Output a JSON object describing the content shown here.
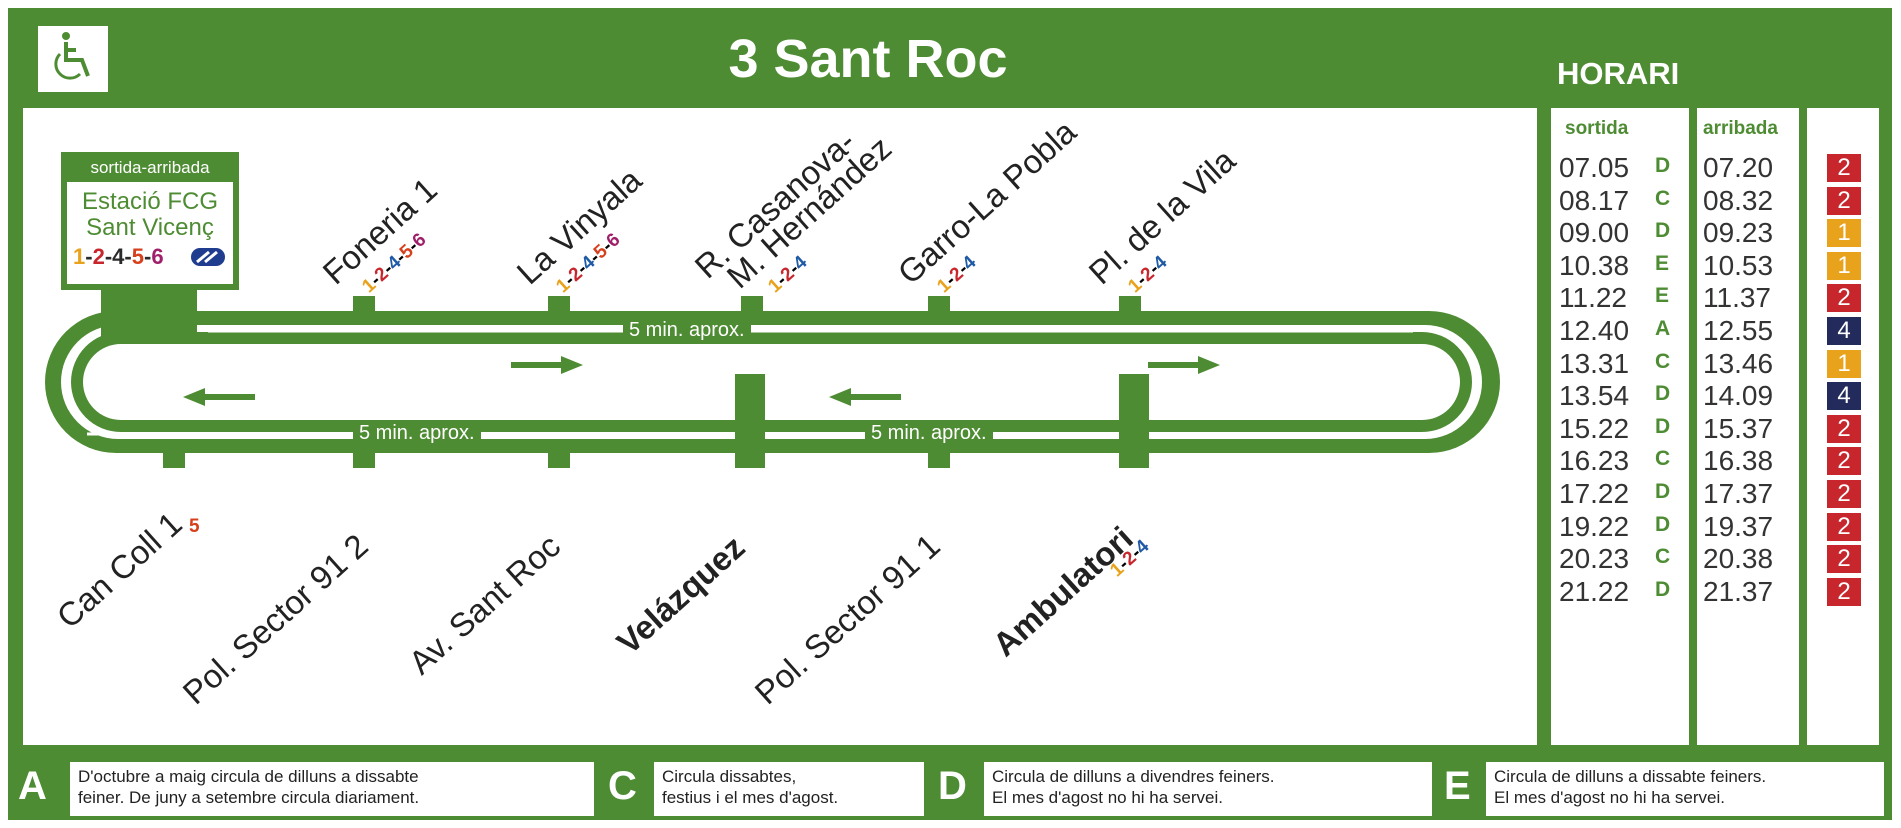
{
  "header": {
    "route_title": "3  Sant Roc",
    "horari_label": "HORARI"
  },
  "terminal": {
    "label": "sortida-arribada",
    "name_1": "Estació FCG",
    "name_2": "Sant Vicenç",
    "lines": [
      "1",
      "2",
      "4",
      "5",
      "6"
    ]
  },
  "stops_top": [
    {
      "name": "Foneria 1",
      "lines": [
        "1",
        "2",
        "4",
        "5",
        "6"
      ]
    },
    {
      "name": "La Vinyala",
      "lines": [
        "1",
        "2",
        "4",
        "5",
        "6"
      ]
    },
    {
      "name_1": "R. Casanova-",
      "name_2": "M. Hernández",
      "lines": [
        "1",
        "2",
        "4"
      ]
    },
    {
      "name": "Garro-La Pobla",
      "lines": [
        "1",
        "2",
        "4"
      ]
    },
    {
      "name": "Pl. de la Vila",
      "lines": [
        "1",
        "2",
        "4"
      ]
    }
  ],
  "stops_bottom": [
    {
      "name": "Can Coll 1",
      "lines": [
        "5"
      ]
    },
    {
      "name": "Pol. Sector 91  2",
      "lines": []
    },
    {
      "name": "Av. Sant Roc",
      "lines": []
    },
    {
      "name": "Velázquez",
      "lines": []
    },
    {
      "name": "Pol. Sector 91  1",
      "lines": []
    },
    {
      "name": "Ambulatori",
      "lines": [
        "1",
        "2",
        "4"
      ]
    }
  ],
  "travel_times": [
    "5 min. aprox.",
    "5 min. aprox.",
    "5 min. aprox."
  ],
  "schedule": {
    "col_departure": "sortida",
    "col_arrival": "arribada",
    "rows": [
      {
        "dep": "07.05",
        "code": "D",
        "arr": "07.20",
        "line": "2"
      },
      {
        "dep": "08.17",
        "code": "C",
        "arr": "08.32",
        "line": "2"
      },
      {
        "dep": "09.00",
        "code": "D",
        "arr": "09.23",
        "line": "1"
      },
      {
        "dep": "10.38",
        "code": "E",
        "arr": "10.53",
        "line": "1"
      },
      {
        "dep": "11.22",
        "code": "E",
        "arr": "11.37",
        "line": "2"
      },
      {
        "dep": "12.40",
        "code": "A",
        "arr": "12.55",
        "line": "4"
      },
      {
        "dep": "13.31",
        "code": "C",
        "arr": "13.46",
        "line": "1"
      },
      {
        "dep": "13.54",
        "code": "D",
        "arr": "14.09",
        "line": "4"
      },
      {
        "dep": "15.22",
        "code": "D",
        "arr": "15.37",
        "line": "2"
      },
      {
        "dep": "16.23",
        "code": "C",
        "arr": "16.38",
        "line": "2"
      },
      {
        "dep": "17.22",
        "code": "D",
        "arr": "17.37",
        "line": "2"
      },
      {
        "dep": "19.22",
        "code": "D",
        "arr": "19.37",
        "line": "2"
      },
      {
        "dep": "20.23",
        "code": "C",
        "arr": "20.38",
        "line": "2"
      },
      {
        "dep": "21.22",
        "code": "D",
        "arr": "21.37",
        "line": "2"
      }
    ]
  },
  "line_colors": {
    "1": "#e8a21c",
    "2": "#c8262d",
    "4": "#232a5c",
    "5": "#d6401d",
    "6": "#a01f6a"
  },
  "legend": [
    {
      "code": "A",
      "line_1": "D'octubre a maig circula de dilluns a dissabte",
      "line_2": "feiner. De juny a setembre circula diariament."
    },
    {
      "code": "C",
      "line_1": "Circula dissabtes,",
      "line_2": "festius i el mes d'agost."
    },
    {
      "code": "D",
      "line_1": "Circula de dilluns a divendres feiners.",
      "line_2": "El mes d'agost no hi ha servei."
    },
    {
      "code": "E",
      "line_1": "Circula de dilluns a dissabte feiners.",
      "line_2": "El mes d'agost no hi ha servei."
    }
  ]
}
